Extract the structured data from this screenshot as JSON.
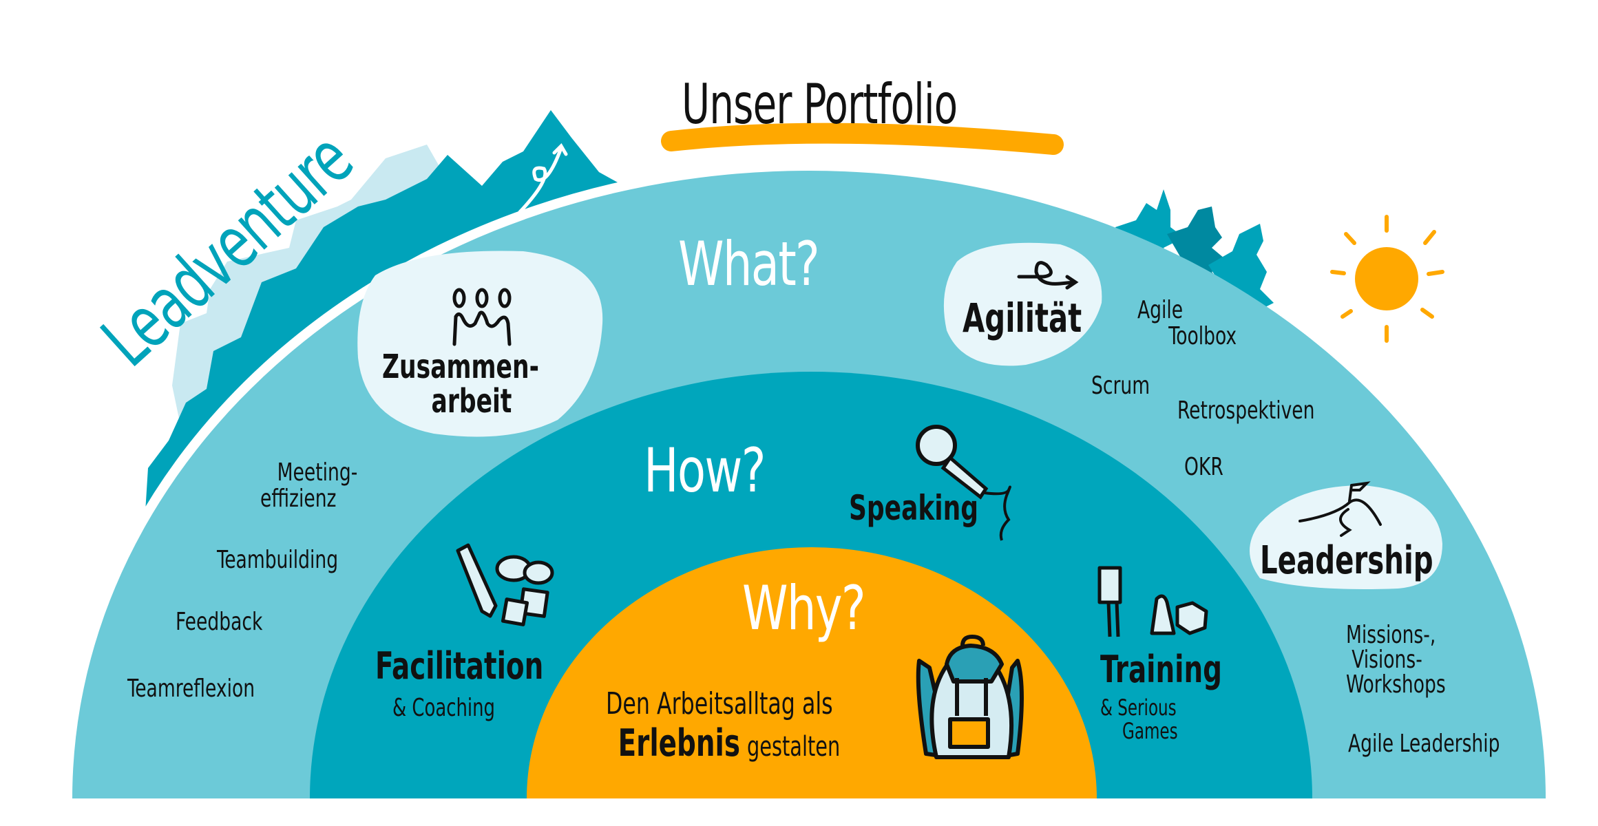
{
  "title": "Unser Portfolio",
  "brand": "Leadventure",
  "colors": {
    "outer_ring": "#6ccad8",
    "middle_ring": "#00a6bc",
    "inner_core": "#ffa800",
    "blob": "#e8f6fa",
    "mountain": "#00a3ba",
    "mountain_pale": "#c9e9f1",
    "tree_dark": "#0089a0",
    "sun": "#ffa800",
    "underline": "#ffa800"
  },
  "rings": {
    "what": {
      "heading": "What?",
      "left_topic": {
        "label_line1": "Zusammen-",
        "label_line2": "arbeit",
        "icon": "people-group-icon"
      },
      "right_topic": {
        "label": "Agilität",
        "icon": "loop-arrow-icon"
      },
      "left_items": [
        {
          "line1": "Meeting-",
          "line2": "effizienz"
        },
        {
          "line1": "Teambuilding"
        },
        {
          "line1": "Feedback"
        },
        {
          "line1": "Teamreflexion"
        }
      ],
      "right_items": [
        {
          "line1": "Agile",
          "line2": "Toolbox"
        },
        {
          "line1": "Scrum"
        },
        {
          "line1": "Retrospektiven"
        },
        {
          "line1": "OKR"
        }
      ],
      "leadership_topic": {
        "label": "Leadership",
        "icon": "mountain-flag-icon"
      },
      "leadership_items": [
        {
          "line1": "Missions-,",
          "line2": "Visions-",
          "line3": "Workshops"
        },
        {
          "line1": "Agile Leadership"
        }
      ]
    },
    "how": {
      "heading": "How?",
      "facilitation": {
        "label": "Facilitation",
        "sub": "& Coaching",
        "icon": "pencil-speech-notes-icon"
      },
      "speaking": {
        "label": "Speaking",
        "icon": "microphone-icon"
      },
      "training": {
        "label": "Training",
        "sub_line1": "& Serious",
        "sub_line2": "Games",
        "icon": "flipchart-pawn-dice-icon"
      }
    },
    "why": {
      "heading": "Why?",
      "statement_line1": "Den Arbeitsalltag als",
      "statement_emphasis": "Erlebnis",
      "statement_line2_rest": "gestalten",
      "icon": "backpack-icon"
    }
  }
}
